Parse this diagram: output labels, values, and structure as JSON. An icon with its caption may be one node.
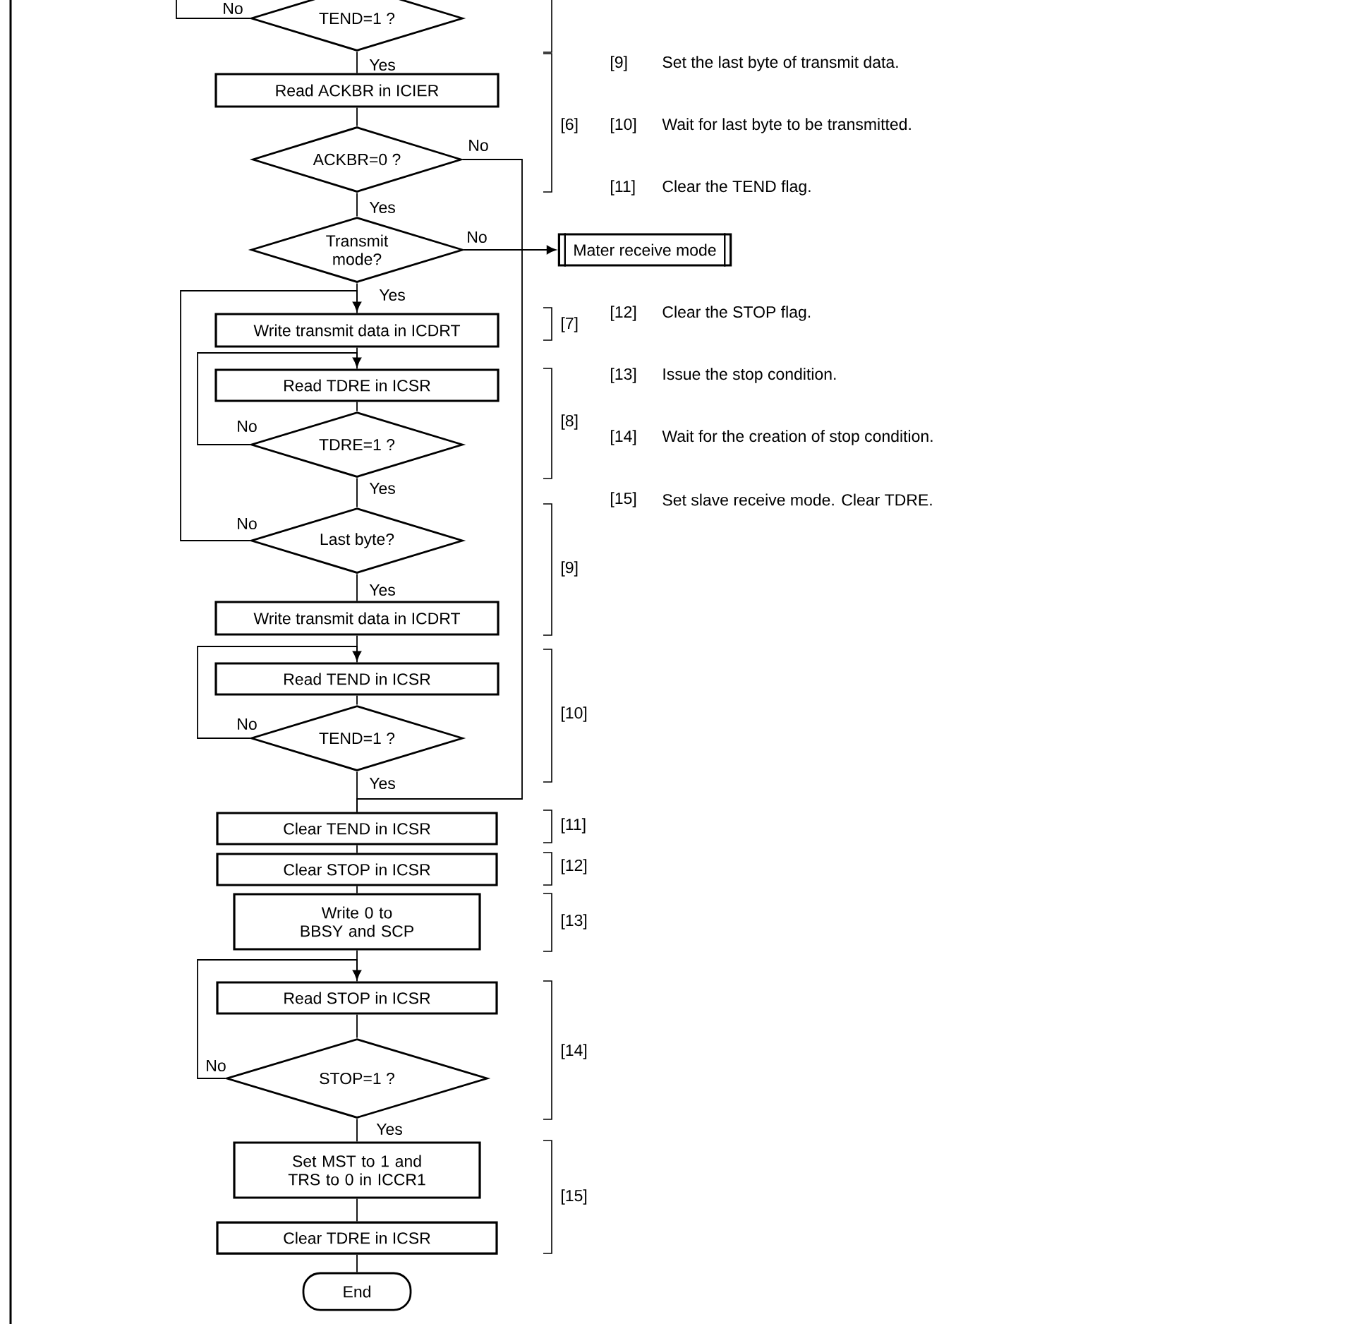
{
  "diagram": {
    "nodes": [
      {
        "text": [
          "TEND=1 ?"
        ]
      },
      {
        "text": [
          "Read ACKBR in ICIER"
        ]
      },
      {
        "text": [
          "ACKBR=0 ?"
        ]
      },
      {
        "text": [
          "Transmit mode?"
        ]
      },
      {
        "text": [
          "Mater receive mode"
        ]
      },
      {
        "text": [
          "Write transmit data in ICDRT"
        ]
      },
      {
        "text": [
          "Read TDRE in ICSR"
        ]
      },
      {
        "text": [
          "TDRE=1 ?"
        ]
      },
      {
        "text": [
          "Last byte?"
        ]
      },
      {
        "text": [
          "Write transmit data in ICDRT"
        ]
      },
      {
        "text": [
          "Read TEND in ICSR"
        ]
      },
      {
        "text": [
          "TEND=1 ?"
        ]
      },
      {
        "text": [
          "Clear TEND in ICSR"
        ]
      },
      {
        "text": [
          "Clear STOP in ICSR"
        ]
      },
      {
        "text": [
          "Write 0 to BBSY and SCP"
        ]
      },
      {
        "text": [
          "Read STOP in ICSR"
        ]
      },
      {
        "text": [
          "STOP=1 ?"
        ]
      },
      {
        "text": [
          "Set MST to 1 and TRS to 0 in ICCR1"
        ]
      },
      {
        "text": [
          "Clear TDRE in ICSR"
        ]
      },
      {
        "text": [
          "End"
        ]
      }
    ],
    "edges": [
      {
        "from": 0,
        "to": null,
        "arrow": "none",
        "label": "No"
      },
      {
        "from": 0,
        "to": 1,
        "arrow": "none",
        "label": "Yes"
      },
      {
        "from": 1,
        "to": 2,
        "arrow": "none"
      },
      {
        "from": 2,
        "to": 12,
        "arrow": "none",
        "label": "No"
      },
      {
        "from": 2,
        "to": 3,
        "arrow": "none",
        "label": "Yes"
      },
      {
        "from": 3,
        "to": 4,
        "arrow": "to",
        "label": "No"
      },
      {
        "from": 3,
        "to": 5,
        "arrow": "none",
        "label": "Yes"
      },
      {
        "from": 5,
        "to": 6,
        "arrow": "none"
      },
      {
        "from": 6,
        "to": 7,
        "arrow": "none"
      },
      {
        "from": 7,
        "to": 6,
        "arrow": "to",
        "label": "No"
      },
      {
        "from": 7,
        "to": 8,
        "arrow": "none",
        "label": "Yes"
      },
      {
        "from": 8,
        "to": 5,
        "arrow": "to",
        "label": "No"
      },
      {
        "from": 8,
        "to": 9,
        "arrow": "none",
        "label": "Yes"
      },
      {
        "from": 9,
        "to": 10,
        "arrow": "none"
      },
      {
        "from": 10,
        "to": 11,
        "arrow": "none"
      },
      {
        "from": 11,
        "to": 10,
        "arrow": "to",
        "label": "No"
      },
      {
        "from": 11,
        "to": 12,
        "arrow": "none",
        "label": "Yes"
      },
      {
        "from": 12,
        "to": 13,
        "arrow": "none"
      },
      {
        "from": 13,
        "to": 14,
        "arrow": "none"
      },
      {
        "from": 14,
        "to": 15,
        "arrow": "none"
      },
      {
        "from": 15,
        "to": 16,
        "arrow": "none"
      },
      {
        "from": 16,
        "to": 15,
        "arrow": "to",
        "label": "No"
      },
      {
        "from": 16,
        "to": 17,
        "arrow": "none",
        "label": "Yes"
      },
      {
        "from": 17,
        "to": 18,
        "arrow": "none"
      },
      {
        "from": 18,
        "to": 19,
        "arrow": "none"
      }
    ],
    "labels": [
      "[6]",
      "[9]",
      "Set the last byte of transmit data.",
      "[10]",
      "Wait for last byte to be transmitted.",
      "[11]",
      "Clear the TEND flag.",
      "[7]",
      "[12]",
      "Clear the STOP flag.",
      "[13]",
      "Issue the stop condition.",
      "[8]",
      "[14]",
      "Wait for the creation of stop condition.",
      "[15]",
      "Set slave receive mode.  Clear TDRE.",
      "[9]",
      "[10]",
      "[11]",
      "[12]",
      "[13]",
      "[14]",
      "[15]"
    ]
  }
}
